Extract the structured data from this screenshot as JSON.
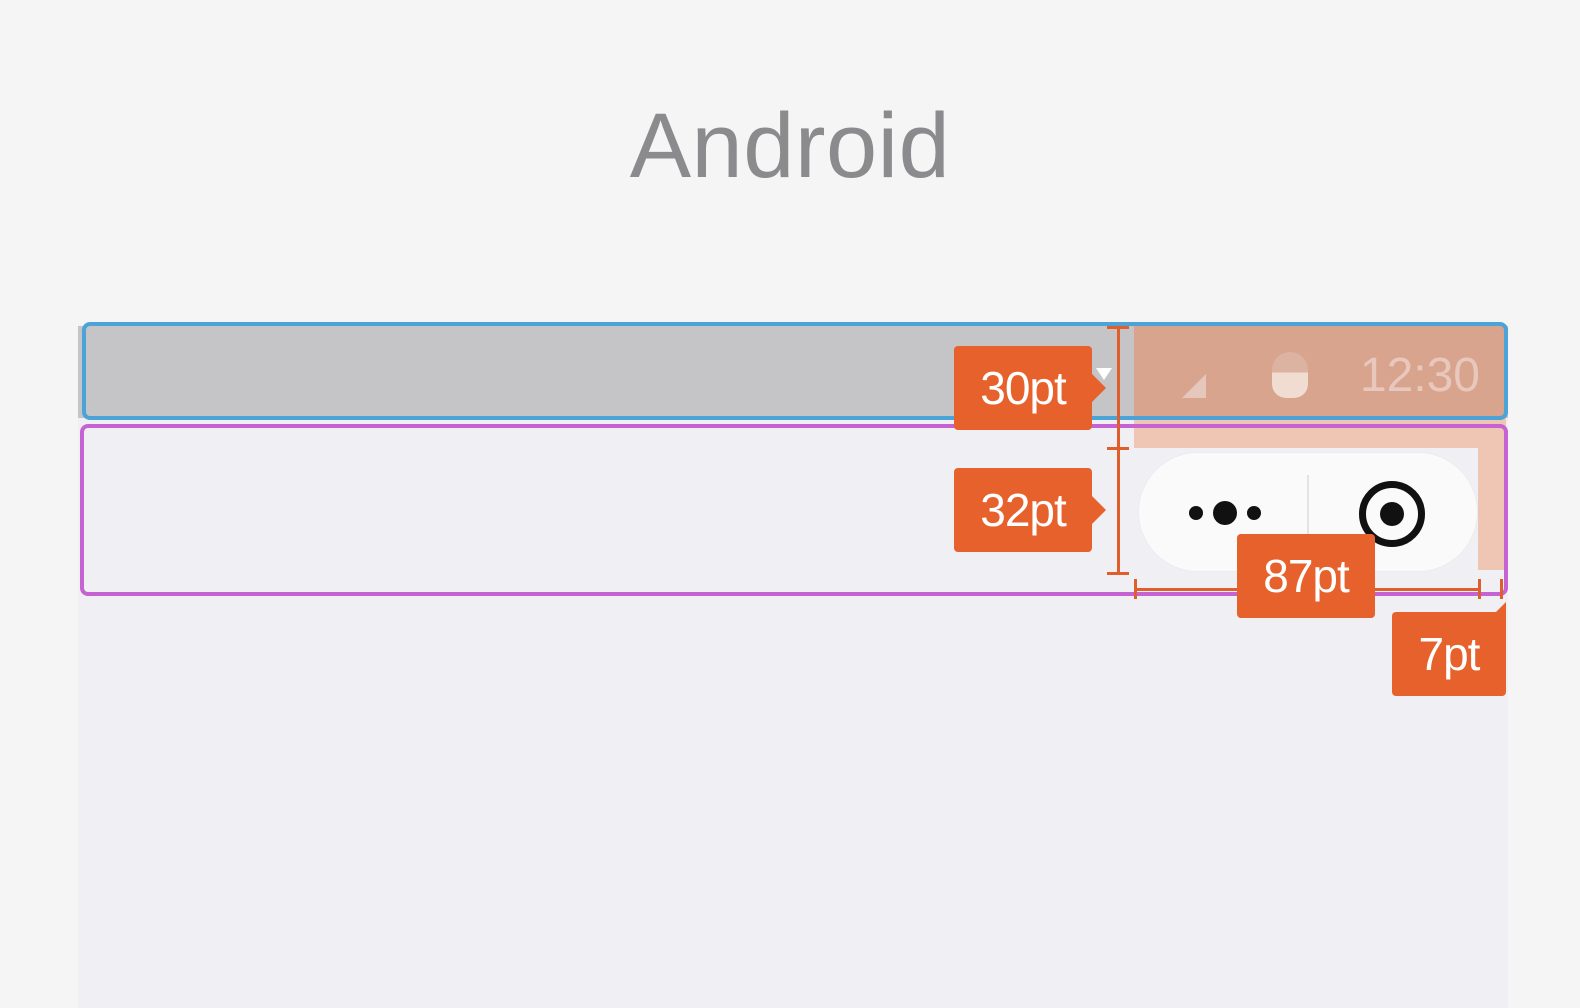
{
  "page": {
    "title": "Android"
  },
  "status_bar": {
    "time": "12:30",
    "icons": [
      "signal-icon",
      "battery-icon"
    ]
  },
  "capsule": {
    "icons": [
      "more-dots-icon",
      "close-circle-icon"
    ]
  },
  "annotations": {
    "status_bar_height": "30pt",
    "nav_bar_height": "32pt",
    "capsule_width": "87pt",
    "right_margin": "7pt"
  },
  "colors": {
    "status_frame": "#4ba3d7",
    "nav_frame": "#c563d2",
    "annotation": "#e6612b",
    "status_highlight": "#d8a48e",
    "nav_highlight": "#efc5b3"
  }
}
